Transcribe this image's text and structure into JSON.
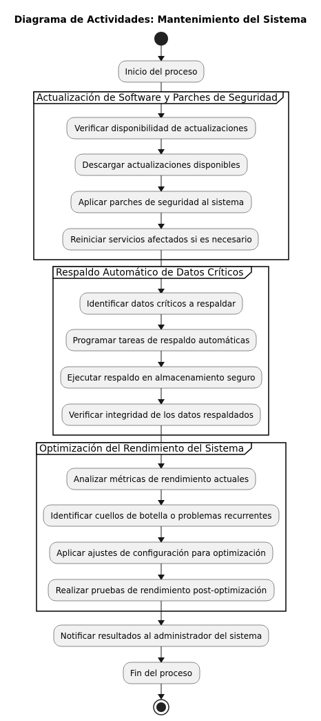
{
  "diagram": {
    "title": "Diagrama de Actividades: Mantenimiento del Sistema",
    "start_label": "Inicio del proceso",
    "partitions": [
      {
        "label": "Actualización de Software y Parches de Seguridad",
        "activities": [
          "Verificar disponibilidad de actualizaciones",
          "Descargar actualizaciones disponibles",
          "Aplicar parches de seguridad al sistema",
          "Reiniciar servicios afectados si es necesario"
        ]
      },
      {
        "label": "Respaldo Automático de Datos Críticos",
        "activities": [
          "Identificar datos críticos a respaldar",
          "Programar tareas de respaldo automáticas",
          "Ejecutar respaldo en almacenamiento seguro",
          "Verificar integridad de los datos respaldados"
        ]
      },
      {
        "label": "Optimización del Rendimiento del Sistema",
        "activities": [
          "Analizar métricas de rendimiento actuales",
          "Identificar cuellos de botella o problemas recurrentes",
          "Aplicar ajustes de configuración para optimización",
          "Realizar pruebas de rendimiento post-optimización"
        ]
      }
    ],
    "notify_label": "Notificar resultados al administrador del sistema",
    "end_label": "Fin del proceso"
  }
}
